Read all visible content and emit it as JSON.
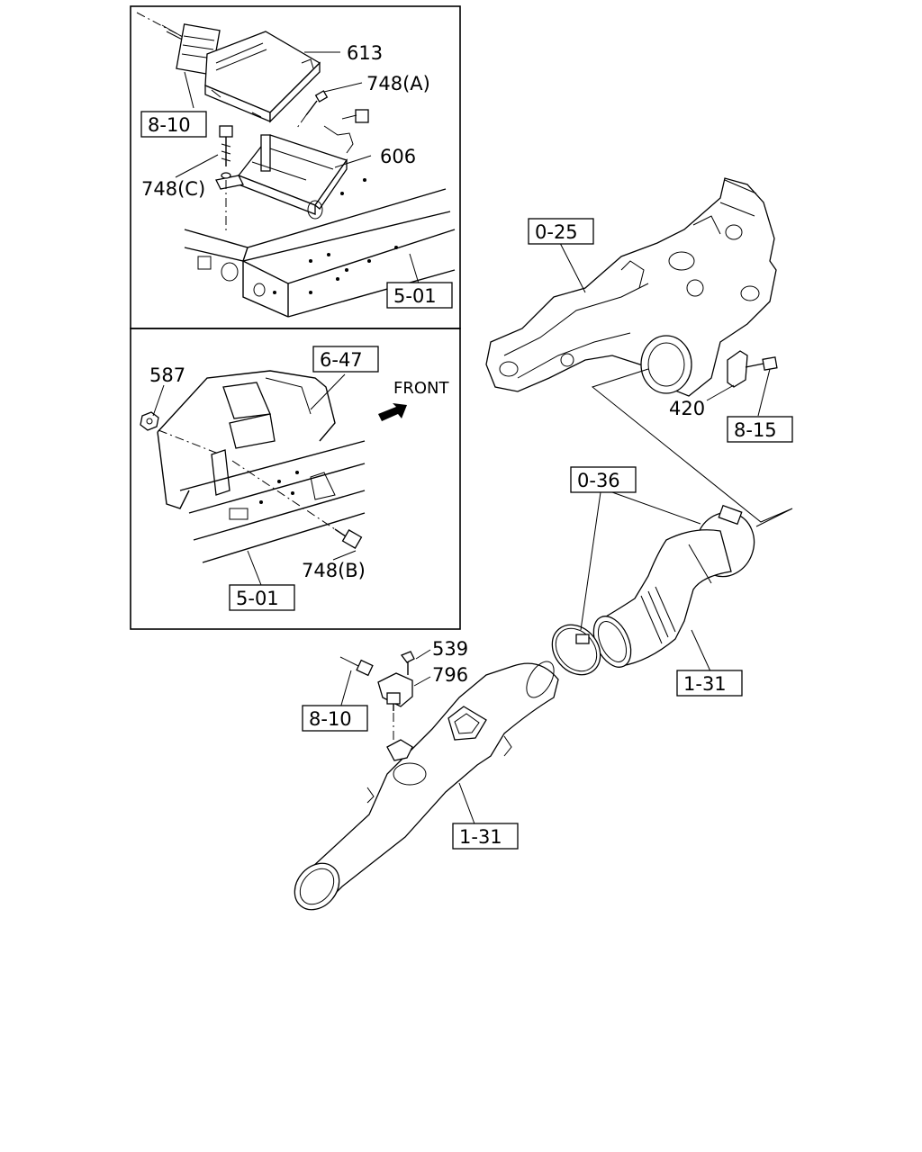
{
  "labels": {
    "ecu": "613",
    "bolt_a": "748(A)",
    "bracket": "606",
    "bolt_c": "748(C)",
    "harness_top": "8-10",
    "frame_top": "5-01",
    "nut": "587",
    "ref_647": "6-47",
    "front": "FRONT",
    "bolt_b": "748(B)",
    "frame_mid": "5-01",
    "manifold": "0-25",
    "gasket": "420",
    "ref_815": "8-15",
    "clamps": "0-36",
    "hose": "1-31",
    "screw": "539",
    "sensor": "796",
    "harness_low": "8-10",
    "duct": "1-31"
  },
  "icons": {
    "front_arrow": "front-arrow-icon"
  }
}
